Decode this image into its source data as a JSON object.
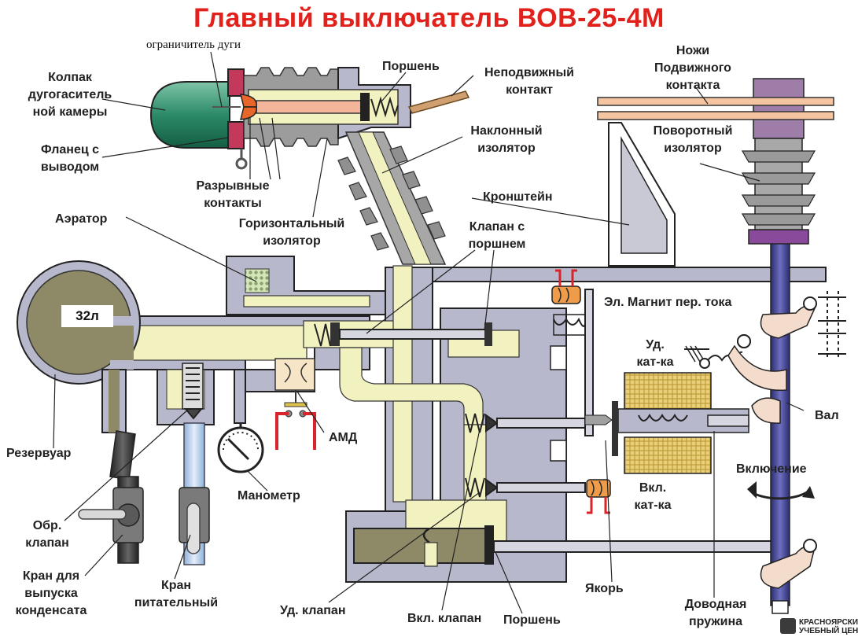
{
  "title": "Главный выключатель ВОВ-25-4М",
  "labels": {
    "arc_limiter": "ограничитель дуги",
    "cap_l1": "Колпак",
    "cap_l2": "дугогаситель",
    "cap_l3": "ной камеры",
    "flange_l1": "Фланец с",
    "flange_l2": "выводом",
    "break_l1": "Разрывные",
    "break_l2": "контакты",
    "piston_top": "Поршень",
    "fixed_l1": "Неподвижный",
    "fixed_l2": "контакт",
    "incl_l1": "Наклонный",
    "incl_l2": "изолятор",
    "horiz_l1": "Горизонтальный",
    "horiz_l2": "изолятор",
    "knives_l1": "Ножи",
    "knives_l2": "Подвижного",
    "knives_l3": "контакта",
    "rot_l1": "Поворотный",
    "rot_l2": "изолятор",
    "bracket": "Кронштейн",
    "aerator": "Аэратор",
    "valve_l1": "Клапан с",
    "valve_l2": "поршнем",
    "magnet": "Эл. Магнит пер. тока",
    "hold_l1": "Уд.",
    "hold_l2": "кат-ка",
    "shaft": "Вал",
    "tank_volume": "32л",
    "reservoir": "Резервуар",
    "amd": "АМД",
    "gauge": "Манометр",
    "on": "Включение",
    "on_coil_l1": "Вкл.",
    "on_coil_l2": "кат-ка",
    "check_l1": "Обр.",
    "check_l2": "клапан",
    "drain_l1": "Кран для",
    "drain_l2": "выпуска",
    "drain_l3": "конденсата",
    "feed_l1": "Кран",
    "feed_l2": "питательный",
    "hold_valve": "Уд. клапан",
    "on_valve": "Вкл. клапан",
    "piston_bottom": "Поршень",
    "armature": "Якорь",
    "spring_l1": "Доводная",
    "spring_l2": "пружина",
    "logo_l1": "КРАСНОЯРСКИЙ",
    "logo_l2": "УЧЕБНЫЙ ЦЕНТР"
  },
  "colors": {
    "title": "#e0211c",
    "body": "#b7b8cc",
    "air": "#f2f2c0",
    "tank": "#8e8a68",
    "insulator": "#9a9a9a",
    "shaft": "#3d3e8c",
    "rot_insulator": "#9e7ea8",
    "contact": "#f4b69a",
    "coil": "#e8c870",
    "red": "#d8242a"
  }
}
